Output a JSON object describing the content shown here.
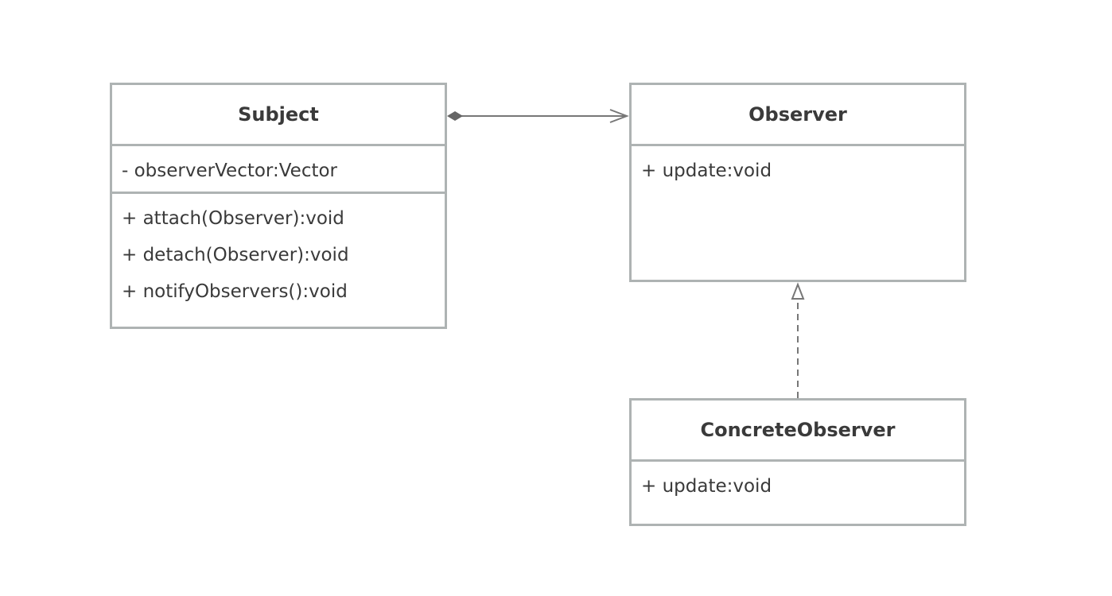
{
  "classes": {
    "subject": {
      "name": "Subject",
      "attributes": [
        "- observerVector:Vector"
      ],
      "operations": [
        "+ attach(Observer):void",
        "+ detach(Observer):void",
        "+ notifyObservers():void"
      ]
    },
    "observer": {
      "name": "Observer",
      "operations": [
        "+ update:void"
      ]
    },
    "concrete_observer": {
      "name": "ConcreteObserver",
      "operations": [
        "+ update:void"
      ]
    }
  },
  "relationships": [
    {
      "type": "composition",
      "from": "Subject",
      "to": "Observer"
    },
    {
      "type": "realization",
      "from": "ConcreteObserver",
      "to": "Observer"
    }
  ],
  "colors": {
    "box_border": "#aeb3b3",
    "connector": "#777777",
    "text": "#3a3a3a"
  }
}
